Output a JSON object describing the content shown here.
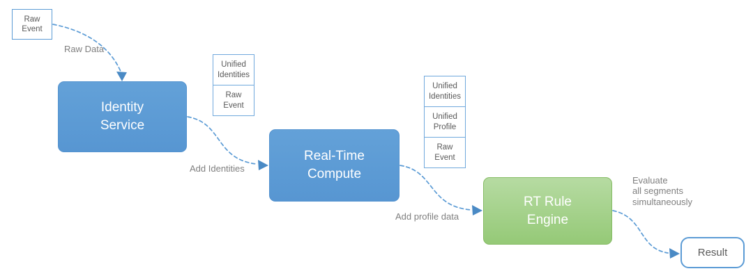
{
  "nodes": {
    "raw_event": {
      "label": "Raw\nEvent"
    },
    "identity_service": {
      "label": "Identity\nService"
    },
    "real_time_compute": {
      "label": "Real-Time\nCompute"
    },
    "rt_rule_engine": {
      "label": "RT Rule\nEngine"
    },
    "result": {
      "label": "Result"
    }
  },
  "stacks": {
    "after_identity": {
      "cells": [
        "Unified\nIdentities",
        "Raw\nEvent"
      ]
    },
    "after_compute": {
      "cells": [
        "Unified\nIdentities",
        "Unified\nProfile",
        "Raw\nEvent"
      ]
    }
  },
  "edge_labels": {
    "raw_data": "Raw Data",
    "add_identities": "Add Identities",
    "add_profile_data": "Add profile data",
    "evaluate_segments": "Evaluate\nall segments\nsimultaneously"
  },
  "colors": {
    "process_blue": "#5B9BD5",
    "engine_green_top": "#B6DBA2",
    "engine_green_bottom": "#95C977",
    "connector_blue": "#5B9BD5",
    "arrowhead_blue": "#4A8AC5",
    "outline_border_blue": "#6FA8DC",
    "label_gray": "#7F7F7F",
    "box_text_gray": "#595959"
  }
}
